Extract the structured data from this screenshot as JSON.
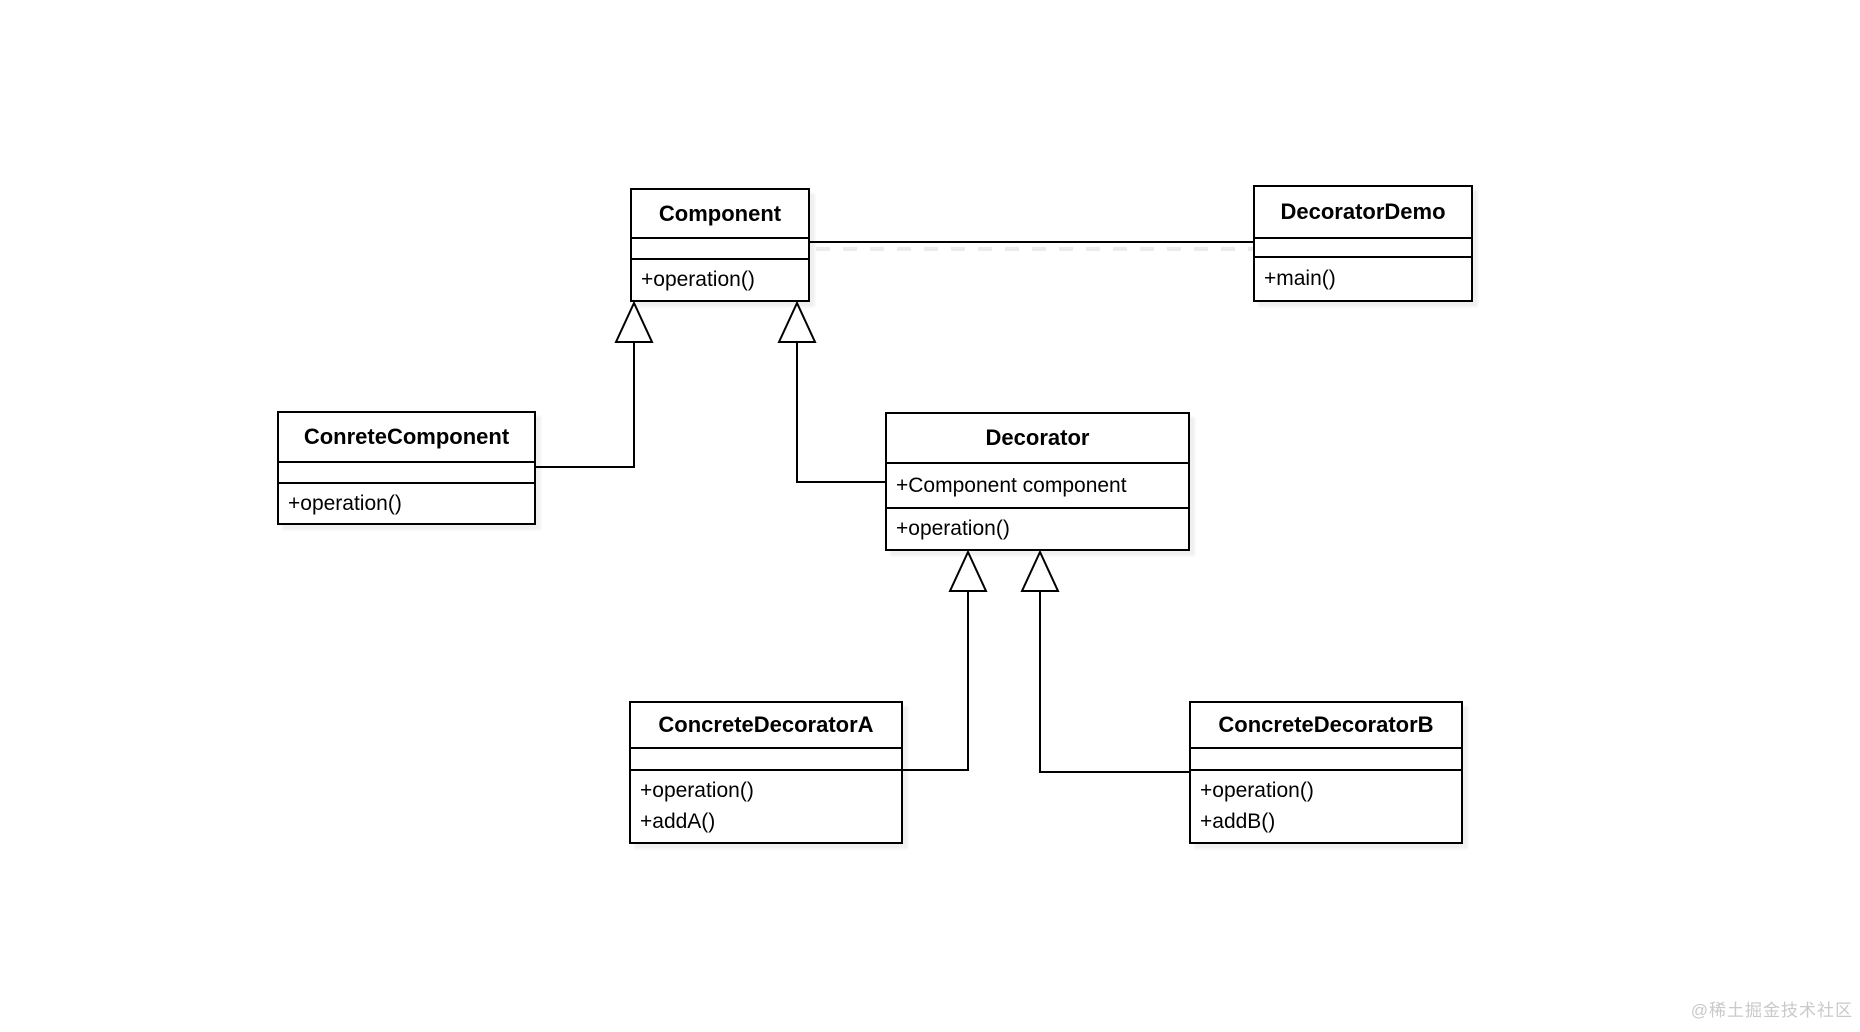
{
  "diagram": {
    "kind": "uml-class-diagram",
    "pattern": "Decorator",
    "classes": [
      {
        "id": "component",
        "name": "Component",
        "attributes": [],
        "methods": [
          "+operation()"
        ]
      },
      {
        "id": "decorator-demo",
        "name": "DecoratorDemo",
        "attributes": [],
        "methods": [
          "+main()"
        ]
      },
      {
        "id": "conrete-component",
        "name": "ConreteComponent",
        "attributes": [],
        "methods": [
          "+operation()"
        ]
      },
      {
        "id": "decorator",
        "name": "Decorator",
        "attributes": [
          "+Component component"
        ],
        "methods": [
          "+operation()"
        ]
      },
      {
        "id": "concrete-decorator-a",
        "name": "ConcreteDecoratorA",
        "attributes": [],
        "methods": [
          "+operation()",
          "+addA()"
        ]
      },
      {
        "id": "concrete-decorator-b",
        "name": "ConcreteDecoratorB",
        "attributes": [],
        "methods": [
          "+operation()",
          "+addB()"
        ]
      }
    ],
    "relationships": [
      {
        "type": "association",
        "from": "Component",
        "to": "DecoratorDemo"
      },
      {
        "type": "generalization",
        "from": "ConreteComponent",
        "to": "Component"
      },
      {
        "type": "generalization",
        "from": "Decorator",
        "to": "Component"
      },
      {
        "type": "generalization",
        "from": "ConcreteDecoratorA",
        "to": "Decorator"
      },
      {
        "type": "generalization",
        "from": "ConcreteDecoratorB",
        "to": "Decorator"
      }
    ],
    "colors": {
      "stroke": "#000000",
      "fill": "#ffffff",
      "shadow": "#ededed"
    }
  },
  "watermark": {
    "text": "@稀土掘金技术社区"
  }
}
